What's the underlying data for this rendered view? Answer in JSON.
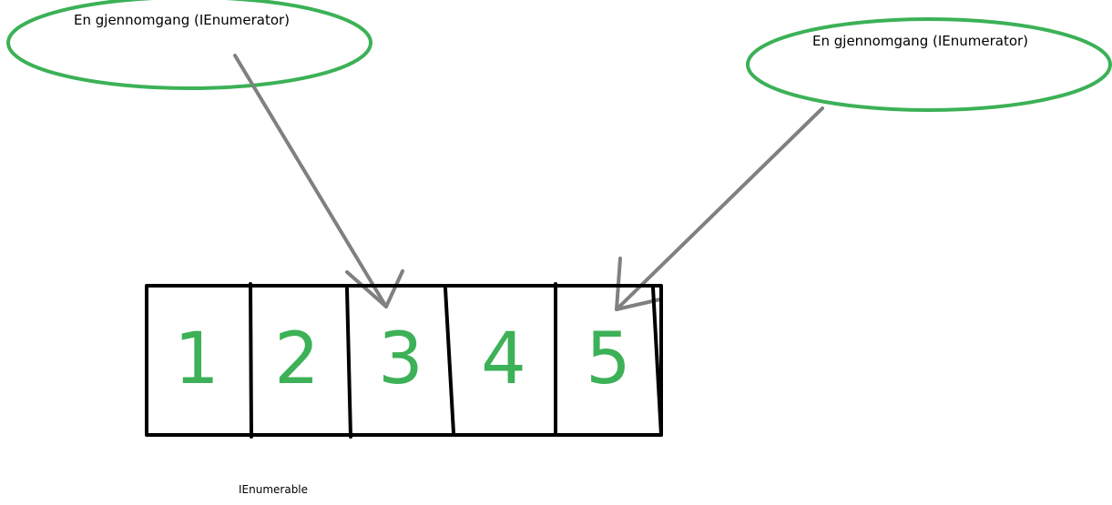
{
  "enumerators": [
    {
      "label": "En gjennomgang (IEnumerator)",
      "target_cell": 3
    },
    {
      "label": "En gjennomgang (IEnumerator)",
      "target_cell": 5
    }
  ],
  "collection": {
    "caption": "IEnumerable",
    "cells": [
      "1",
      "2",
      "3",
      "4",
      "5"
    ]
  },
  "colors": {
    "ellipse_stroke": "#3cb157",
    "number_fill": "#3cb157",
    "arrow_stroke": "#808080",
    "box_stroke": "#000000"
  }
}
